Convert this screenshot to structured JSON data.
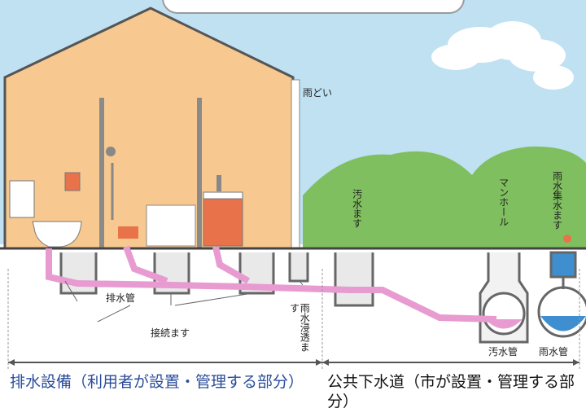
{
  "labels": {
    "downspout": "雨どい",
    "sewage_inlet": "汚水ます",
    "manhole": "マンホール",
    "rain_collection": "雨水集水ます",
    "drain_pipe": "排水管",
    "connection_box": "接続ます",
    "rain_infiltration": "雨水浸透ます",
    "sewage_pipe": "汚水管",
    "stormwater_pipe": "雨水管"
  },
  "captions": {
    "private": "排水設備（利用者が設置・管理する部分）",
    "public": "公共下水道（市が設置・管理する部分）"
  },
  "colors": {
    "house_wall": "#f7c990",
    "sky": "#bfe1f2",
    "hill": "#7fbf5f",
    "sewage_pipe": "#e79bd0",
    "stormwater_pipe": "#3f8fd0",
    "caption_private": "#2a4c9a"
  }
}
